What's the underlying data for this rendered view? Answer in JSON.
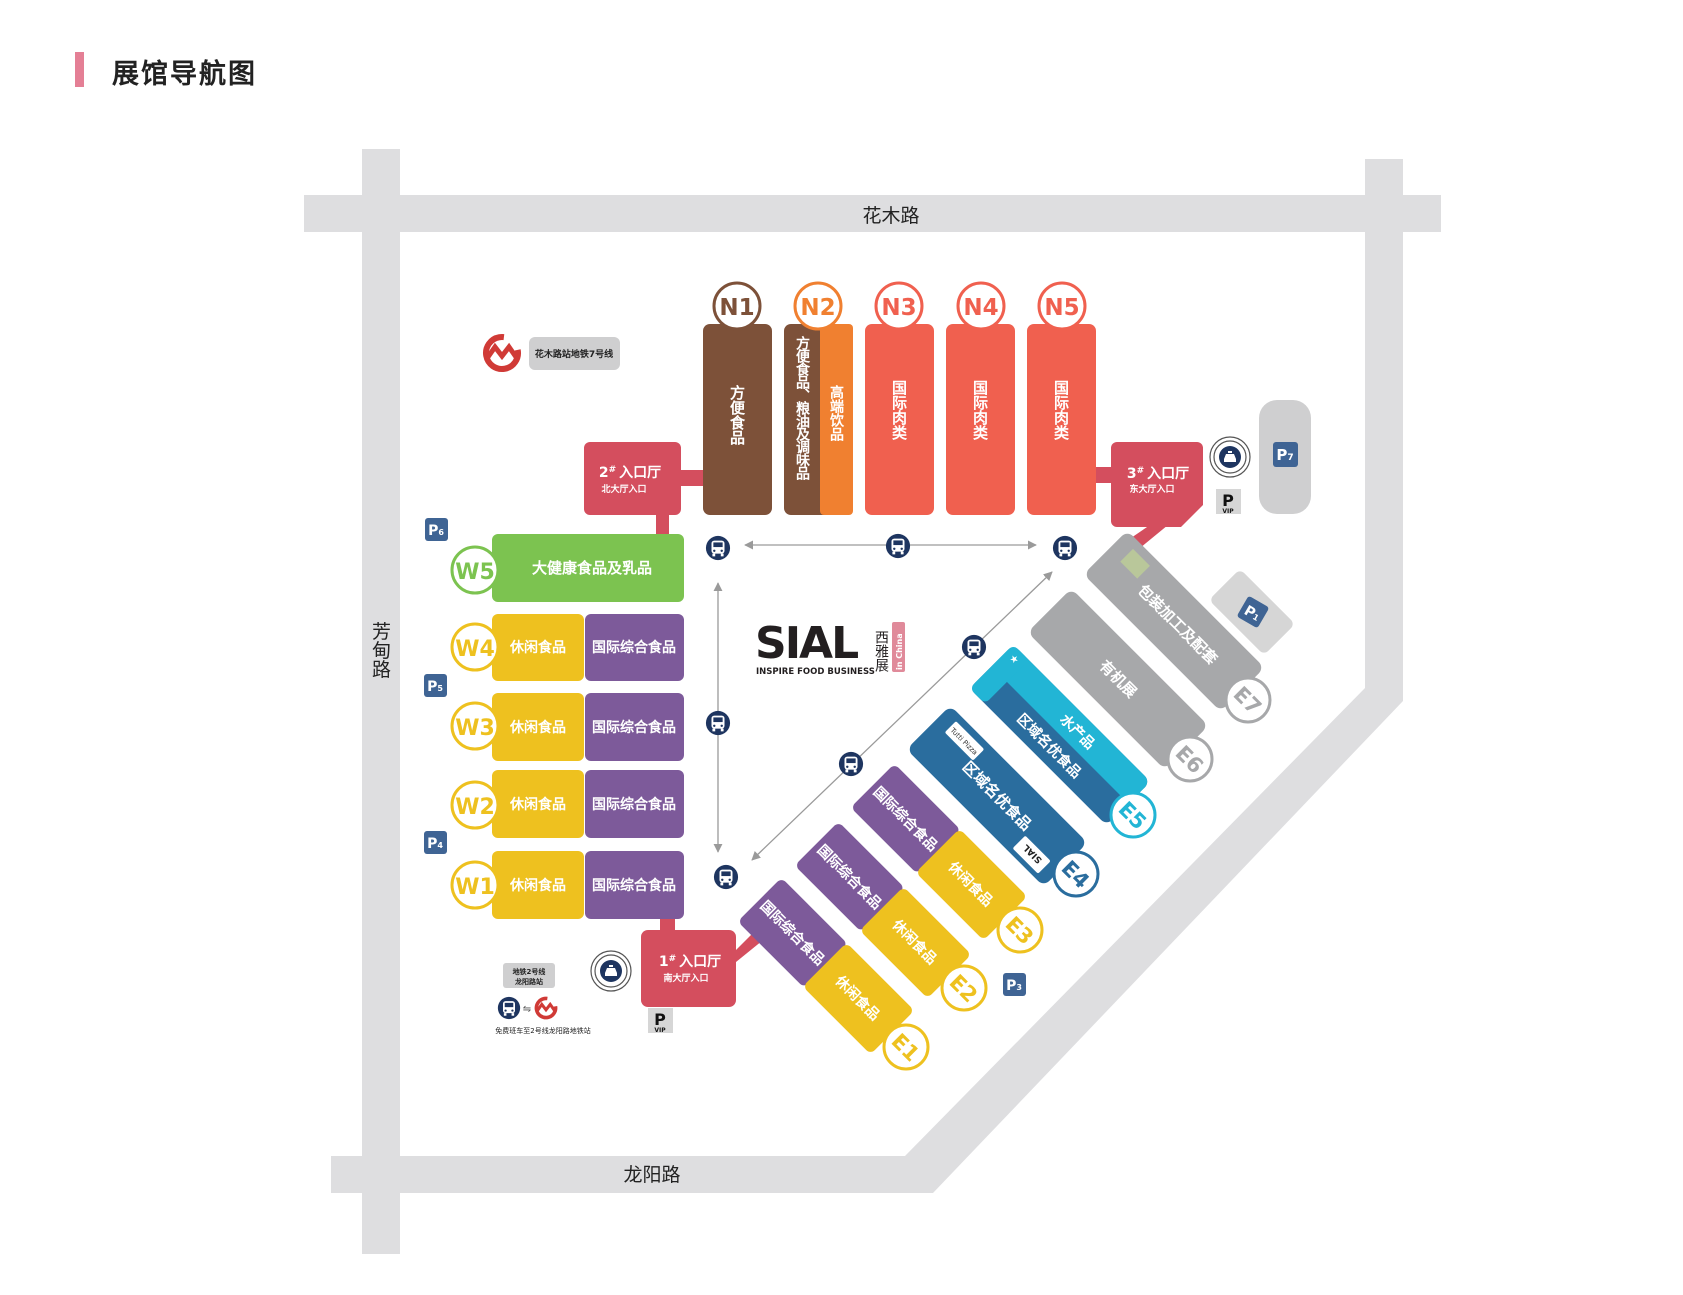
{
  "page_title": "展馆导航图",
  "roads": {
    "north": "花木路",
    "west": "芳甸路",
    "south": "龙阳路"
  },
  "metro_north": {
    "label": "花木路站地铁7号线"
  },
  "metro_south": {
    "line1": "地铁2号线",
    "line2": "龙阳路站",
    "caption": "免费班车至2号线龙阳路地铁站",
    "swap": "⇋"
  },
  "entrances": {
    "e1": {
      "num": "1",
      "hash": "#",
      "name": "入口厅",
      "sub": "南大厅入口"
    },
    "e2": {
      "num": "2",
      "hash": "#",
      "name": "入口厅",
      "sub": "北大厅入口"
    },
    "e3": {
      "num": "3",
      "hash": "#",
      "name": "入口厅",
      "sub": "东大厅入口"
    }
  },
  "north_halls": [
    {
      "id": "N1",
      "label": "方便食品",
      "color": "#7d5139"
    },
    {
      "id": "N2",
      "label": "方便食品、粮油及调味品",
      "label2": "高端饮品",
      "color": "#f08030"
    },
    {
      "id": "N3",
      "label": "国际肉类",
      "color": "#f0604f"
    },
    {
      "id": "N4",
      "label": "国际肉类",
      "color": "#f0604f"
    },
    {
      "id": "N5",
      "label": "国际肉类",
      "color": "#f0604f"
    }
  ],
  "west_halls": [
    {
      "id": "W5",
      "label": "大健康食品及乳品",
      "color": "#7cc350"
    },
    {
      "id": "W4",
      "label": "休闲食品",
      "label2": "国际综合食品"
    },
    {
      "id": "W3",
      "label": "休闲食品",
      "label2": "国际综合食品"
    },
    {
      "id": "W2",
      "label": "休闲食品",
      "label2": "国际综合食品"
    },
    {
      "id": "W1",
      "label": "休闲食品",
      "label2": "国际综合食品"
    }
  ],
  "east_halls": [
    {
      "id": "E1",
      "label": "国际综合食品",
      "label2": "休闲食品"
    },
    {
      "id": "E2",
      "label": "国际综合食品",
      "label2": "休闲食品"
    },
    {
      "id": "E3",
      "label": "国际综合食品",
      "label2": "休闲食品"
    },
    {
      "id": "E4",
      "label": "区域名优食品"
    },
    {
      "id": "E5",
      "label": "区域名优食品",
      "label2": "水产品"
    },
    {
      "id": "E6",
      "label": "有机展"
    },
    {
      "id": "E7",
      "label": "包装加工及配套"
    }
  ],
  "parking": {
    "letter": "P",
    "p1": "1",
    "p3": "3",
    "p4": "4",
    "p5": "5",
    "p6": "6",
    "p7": "7",
    "vip": "VIP"
  },
  "logo": {
    "brand": "SIAL",
    "tagline": "INSPIRE FOOD BUSINESS",
    "cn": "西雅展",
    "badge": "in China",
    "pizza": "Tutti Pizza"
  },
  "colors": {
    "yellow": "#eec11f",
    "purple": "#7d5a9a",
    "entrance": "#d44e5e",
    "road": "#dedee0",
    "parking": "#3f6494",
    "bus": "#1e3560",
    "grey_hall": "#a7a8aa",
    "cyan": "#22b5d5",
    "blue": "#2a6d9e"
  }
}
